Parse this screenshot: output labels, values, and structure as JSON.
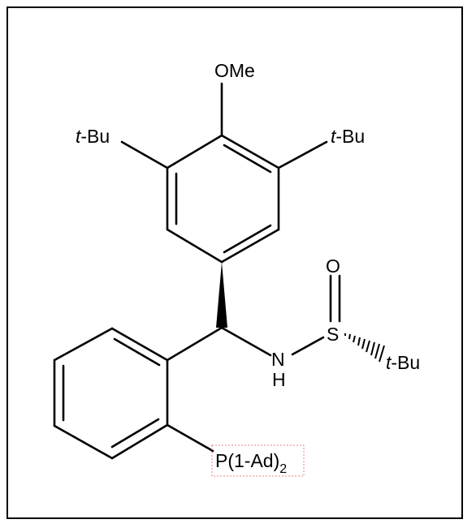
{
  "structure": {
    "substituents": {
      "methoxy": "OMe",
      "tbu_left_prefix": "t",
      "tbu_left_suffix": "-Bu",
      "tbu_right_prefix": "t",
      "tbu_right_suffix": "-Bu",
      "tbu_sulfur_prefix": "t",
      "tbu_sulfur_suffix": "-Bu"
    },
    "atoms": {
      "oxygen": "O",
      "sulfur": "S",
      "nitrogen": "N",
      "hydrogen": "H"
    },
    "phosphine": {
      "main": "P(1-Ad)",
      "subscript": "2"
    }
  }
}
